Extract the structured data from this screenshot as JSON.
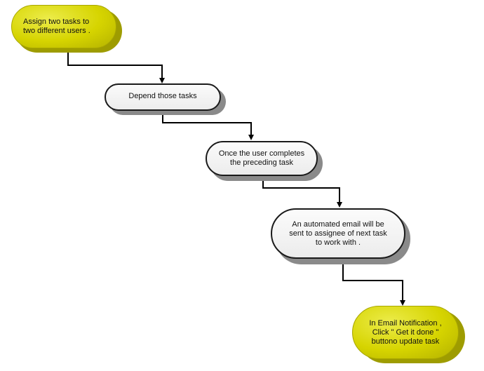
{
  "diagram": {
    "nodes": [
      {
        "id": "n1",
        "text": "Assign two tasks to two different users .",
        "style": "yellow"
      },
      {
        "id": "n2",
        "text": "Depend those tasks",
        "style": "gray"
      },
      {
        "id": "n3",
        "text": "Once the user completes the preceding task",
        "style": "gray"
      },
      {
        "id": "n4",
        "text": "An automated email will be sent to assignee of next task to work with .",
        "style": "gray"
      },
      {
        "id": "n5",
        "text": "In Email Notification , Click \" Get it done \" buttono update task",
        "style": "yellow"
      }
    ],
    "edges": [
      {
        "from": "n1",
        "to": "n2"
      },
      {
        "from": "n2",
        "to": "n3"
      },
      {
        "from": "n3",
        "to": "n4"
      },
      {
        "from": "n4",
        "to": "n5"
      }
    ],
    "colors": {
      "connector": "#000000",
      "yellow_fill": "#d6d400",
      "gray_border": "#1a1a1a"
    }
  }
}
